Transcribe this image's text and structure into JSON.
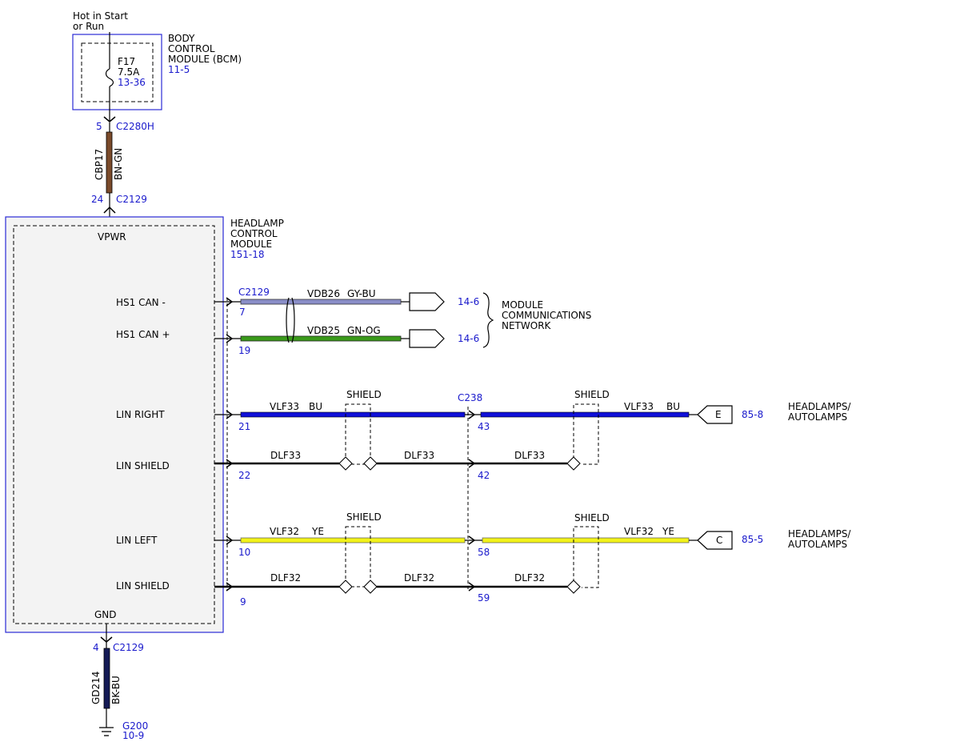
{
  "colors": {
    "ref_blue": "#1a1acc",
    "box_border": "#2b2bd6",
    "module_fill": "#f3f3f3",
    "wire_brown": "#7a4a2a",
    "wire_gy_bu": "#8a8ec8",
    "wire_gn_og": "#3a9a1a",
    "wire_bu": "#1010d8",
    "wire_ye": "#f2f21a",
    "wire_black": "#111111",
    "wire_bk_bu": "#141a55"
  },
  "power": {
    "label_line1": "Hot in Start",
    "label_line2": "or Run"
  },
  "bcm": {
    "name_line1": "BODY",
    "name_line2": "CONTROL",
    "name_line3": "MODULE (BCM)",
    "ref": "11-5",
    "fuse_name": "F17",
    "fuse_rating": "7.5A",
    "fuse_ref": "13-36"
  },
  "feed_wire": {
    "top_pin": "5",
    "top_connector": "C2280H",
    "circuit": "CBP17",
    "color_code": "BN-GN",
    "bottom_pin": "24",
    "bottom_connector": "C2129"
  },
  "hcm": {
    "name_line1": "HEADLAMP",
    "name_line2": "CONTROL",
    "name_line3": "MODULE",
    "ref": "151-18",
    "vpwr": "VPWR",
    "gnd": "GND",
    "pins": [
      {
        "label": "HS1 CAN -"
      },
      {
        "label": "HS1 CAN +"
      },
      {
        "label": "LIN RIGHT"
      },
      {
        "label": "LIN SHIELD"
      },
      {
        "label": "LIN LEFT"
      },
      {
        "label": "LIN SHIELD"
      }
    ]
  },
  "can": {
    "connector": "C2129",
    "minus": {
      "pin": "7",
      "circuit": "VDB26",
      "color_code": "GY-BU",
      "ref": "14-6"
    },
    "plus": {
      "pin": "19",
      "circuit": "VDB25",
      "color_code": "GN-OG",
      "ref": "14-6"
    },
    "network_line1": "MODULE",
    "network_line2": "COMMUNICATIONS",
    "network_line3": "NETWORK"
  },
  "c238": "C238",
  "shield_label": "SHIELD",
  "right": {
    "pin_left": "21",
    "circuit_left": "VLF33",
    "color_left": "BU",
    "pin_right": "43",
    "circuit_right": "VLF33",
    "color_right": "BU",
    "shield_pin_left": "22",
    "shield_circuit_left": "DLF33",
    "shield_circuit_mid": "DLF33",
    "shield_pin_right": "42",
    "shield_circuit_right": "DLF33",
    "dest_letter": "E",
    "dest_ref": "85-8",
    "dest_line1": "HEADLAMPS/",
    "dest_line2": "AUTOLAMPS"
  },
  "left": {
    "pin_left": "10",
    "circuit_left": "VLF32",
    "color_left": "YE",
    "pin_right": "58",
    "circuit_right": "VLF32",
    "color_right": "YE",
    "shield_pin_left": "9",
    "shield_circuit_left": "DLF32",
    "shield_circuit_mid": "DLF32",
    "shield_pin_right": "59",
    "shield_circuit_right": "DLF32",
    "dest_letter": "C",
    "dest_ref": "85-5",
    "dest_line1": "HEADLAMPS/",
    "dest_line2": "AUTOLAMPS"
  },
  "ground": {
    "pin": "4",
    "connector": "C2129",
    "circuit": "GD214",
    "color_code": "BK-BU",
    "ground_point": "G200",
    "ref": "10-9"
  }
}
